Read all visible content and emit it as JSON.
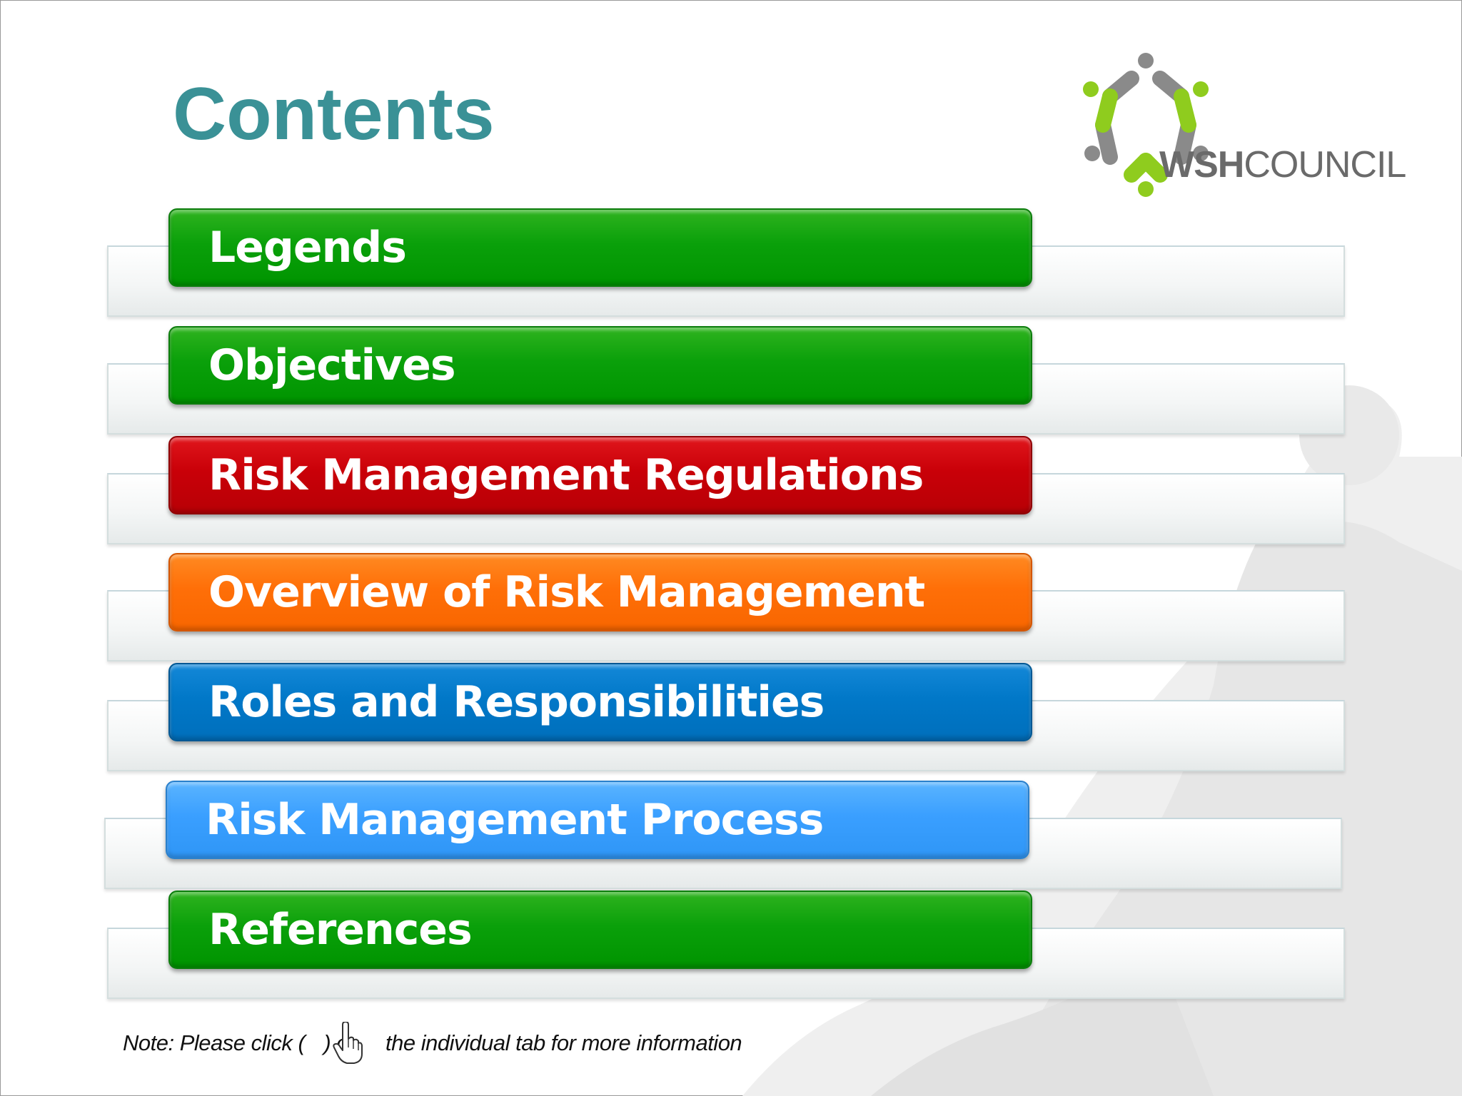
{
  "slide": {
    "title": "Contents",
    "logo": {
      "icon": "wsh-council-logo-icon",
      "text_bold": "WSH",
      "text_regular": "COUNCIL"
    },
    "tabs": [
      {
        "label": "Legends",
        "color": "#0aa00a"
      },
      {
        "label": "Objectives",
        "color": "#0aa00a"
      },
      {
        "label": "Risk Management Regulations",
        "color": "#c90008"
      },
      {
        "label": "Overview of Risk Management",
        "color": "#ff6f08"
      },
      {
        "label": "Roles and Responsibilities",
        "color": "#0178c8"
      },
      {
        "label": "Risk Management Process",
        "color": "#3a9fff"
      },
      {
        "label": "References",
        "color": "#0aa00a"
      }
    ],
    "note": {
      "part1": "Note: Please click (",
      "part2": ") o",
      "part3": "the individual tab for more information",
      "icon": "hand-pointer-icon"
    }
  }
}
